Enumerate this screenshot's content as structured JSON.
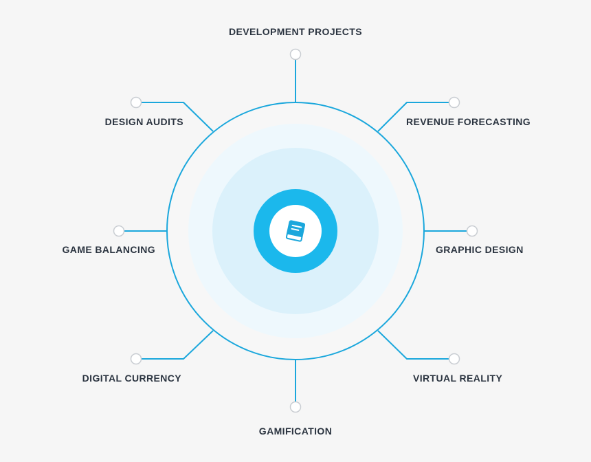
{
  "colors": {
    "background": "#f6f6f6",
    "line": "#1aa7dc",
    "outer_fill": "#f7f7f7",
    "halo_light": "#eef8fd",
    "halo_mid": "#dbf1fb",
    "core_ring": "#1bb8ec",
    "core_center": "#ffffff",
    "node_fill": "#ffffff",
    "node_stroke": "#c9cdd2",
    "label_text": "#2b3440"
  },
  "center": {
    "icon": "book-icon"
  },
  "nodes": {
    "development_projects": "DEVELOPMENT PROJECTS",
    "revenue_forecasting": "REVENUE FORECASTING",
    "graphic_design": "GRAPHIC DESIGN",
    "virtual_reality": "VIRTUAL REALITY",
    "gamification": "GAMIFICATION",
    "digital_currency": "DIGITAL CURRENCY",
    "game_balancing": "GAME BALANCING",
    "design_audits": "DESIGN AUDITS"
  }
}
